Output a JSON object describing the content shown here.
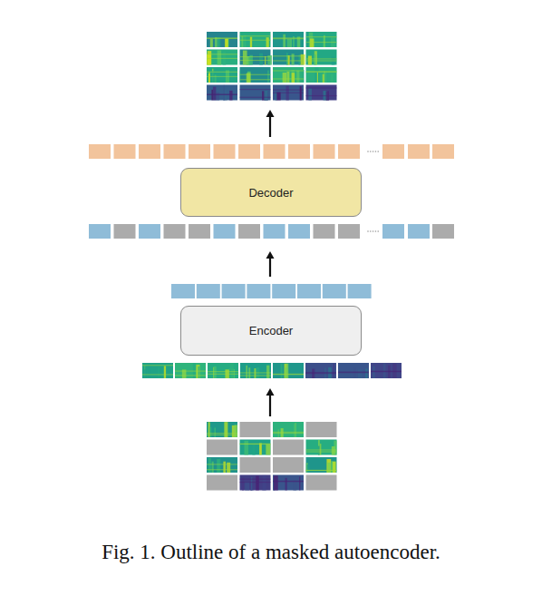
{
  "diagram": {
    "caption": "Fig. 1. Outline of a masked autoencoder.",
    "nodes": [
      {
        "text": [
          "Decoder"
        ]
      },
      {
        "text": [
          "Encoder"
        ]
      }
    ]
  }
}
